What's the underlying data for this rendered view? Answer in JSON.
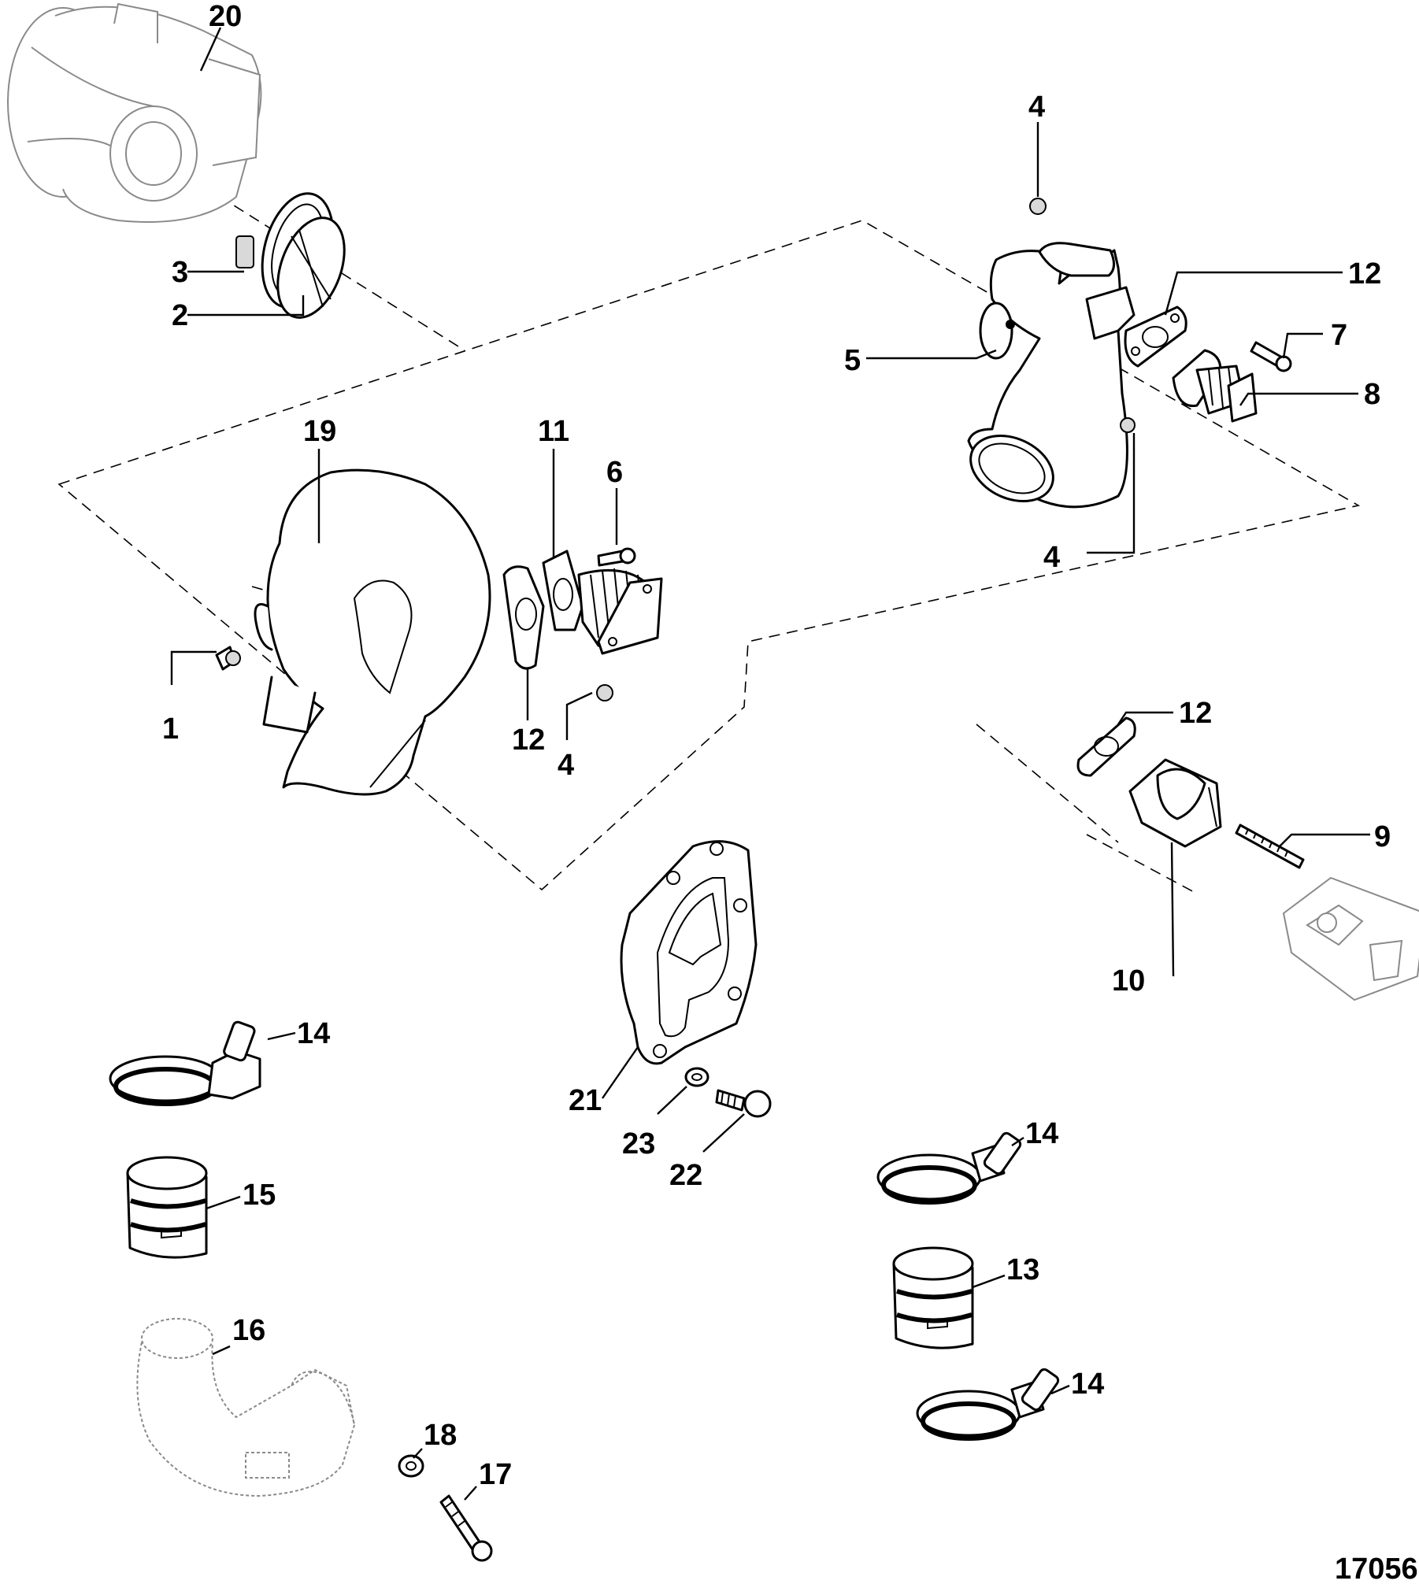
{
  "callouts": {
    "c20": "20",
    "c3": "3",
    "c2": "2",
    "c19": "19",
    "c11": "11",
    "c6": "6",
    "c1": "1",
    "c12a": "12",
    "c4a": "4",
    "c4b": "4",
    "c5": "5",
    "c12b": "12",
    "c7": "7",
    "c8": "8",
    "c4c": "4",
    "c12c": "12",
    "c9": "9",
    "c10": "10",
    "c21": "21",
    "c23": "23",
    "c22": "22",
    "c14a": "14",
    "c15": "15",
    "c16": "16",
    "c18": "18",
    "c17": "17",
    "c14b": "14",
    "c13": "13",
    "c14c": "14"
  },
  "figure_number": "17056"
}
